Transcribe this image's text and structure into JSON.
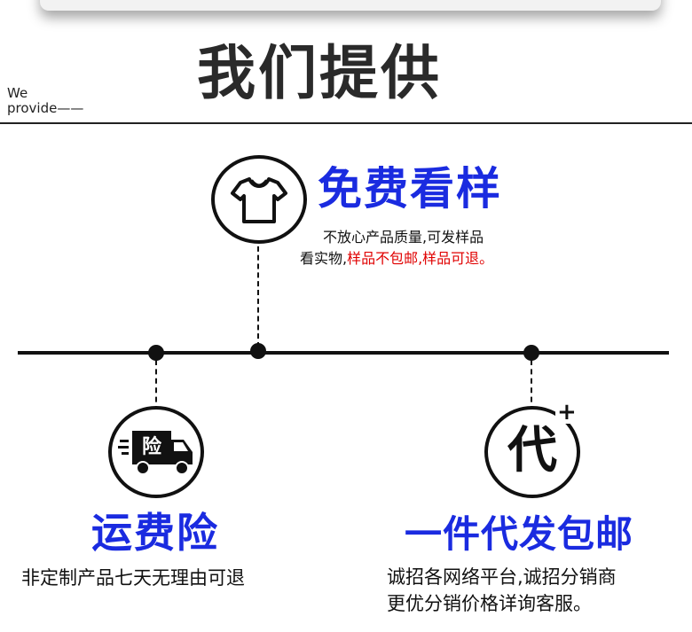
{
  "header": {
    "title": "我们提供",
    "subtitle_line1": "We",
    "subtitle_line2": "provide——"
  },
  "free_sample": {
    "title": "免费看样",
    "line1": "不放心产品质量,可发样品",
    "line2_black": "看实物,",
    "line2_red": "样品不包邮,样品可退。"
  },
  "shipping_insurance": {
    "title": "运费险",
    "description": "非定制产品七天无理由可退",
    "badge": "险"
  },
  "dropship": {
    "title": "一件代发包邮",
    "line1": "诚招各网络平台,诚招分销商",
    "line2": "更优分销价格详询客服。",
    "icon_char": "代",
    "plus": "+"
  },
  "colors": {
    "title_blue": "#1a2be0",
    "highlight_red": "#e00000"
  }
}
